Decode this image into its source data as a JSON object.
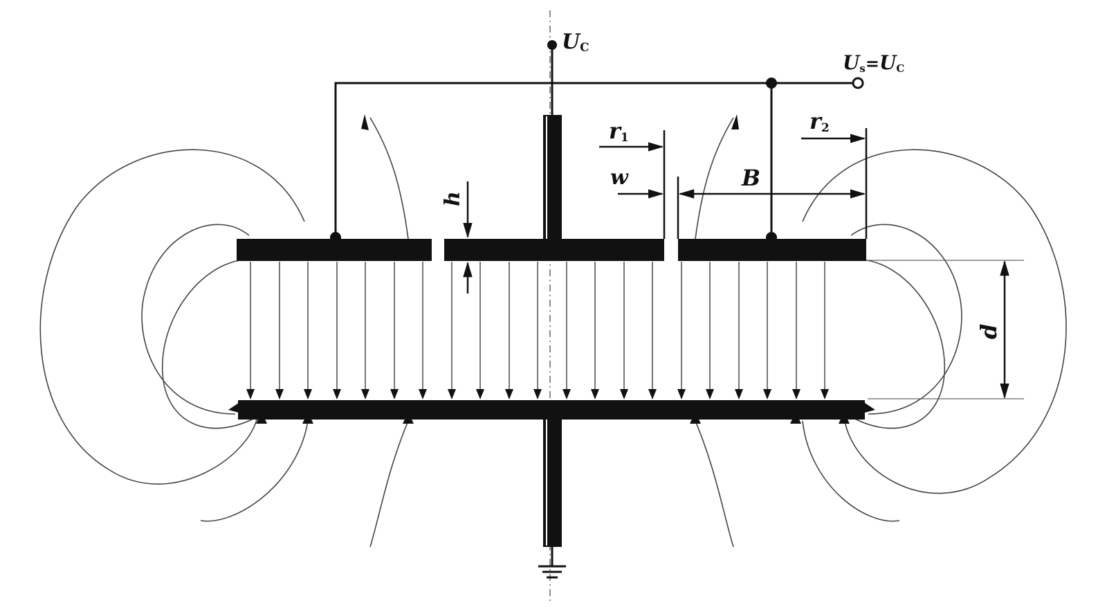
{
  "labels": {
    "uc": "U",
    "uc_sub": "C",
    "us": "U",
    "us_sub": "s",
    "eq": "=",
    "uc2": "U",
    "uc2_sub": "C",
    "r1": "r",
    "r1_sub": "1",
    "r2": "r",
    "r2_sub": "2",
    "w": "w",
    "b": "B",
    "h": "h",
    "d": "d"
  },
  "colors": {
    "ink": "#111111",
    "thin": "#444444",
    "background": "#ffffff"
  }
}
